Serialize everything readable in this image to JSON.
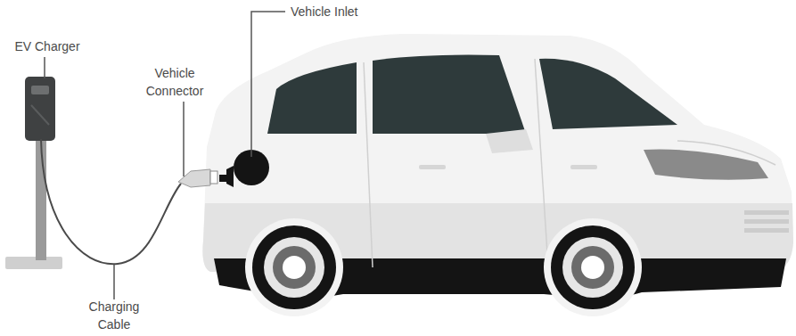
{
  "diagram": {
    "labels": [
      "Vehicle Inlet",
      "EV Charger",
      "Vehicle Connector",
      "Charging Cable"
    ]
  }
}
